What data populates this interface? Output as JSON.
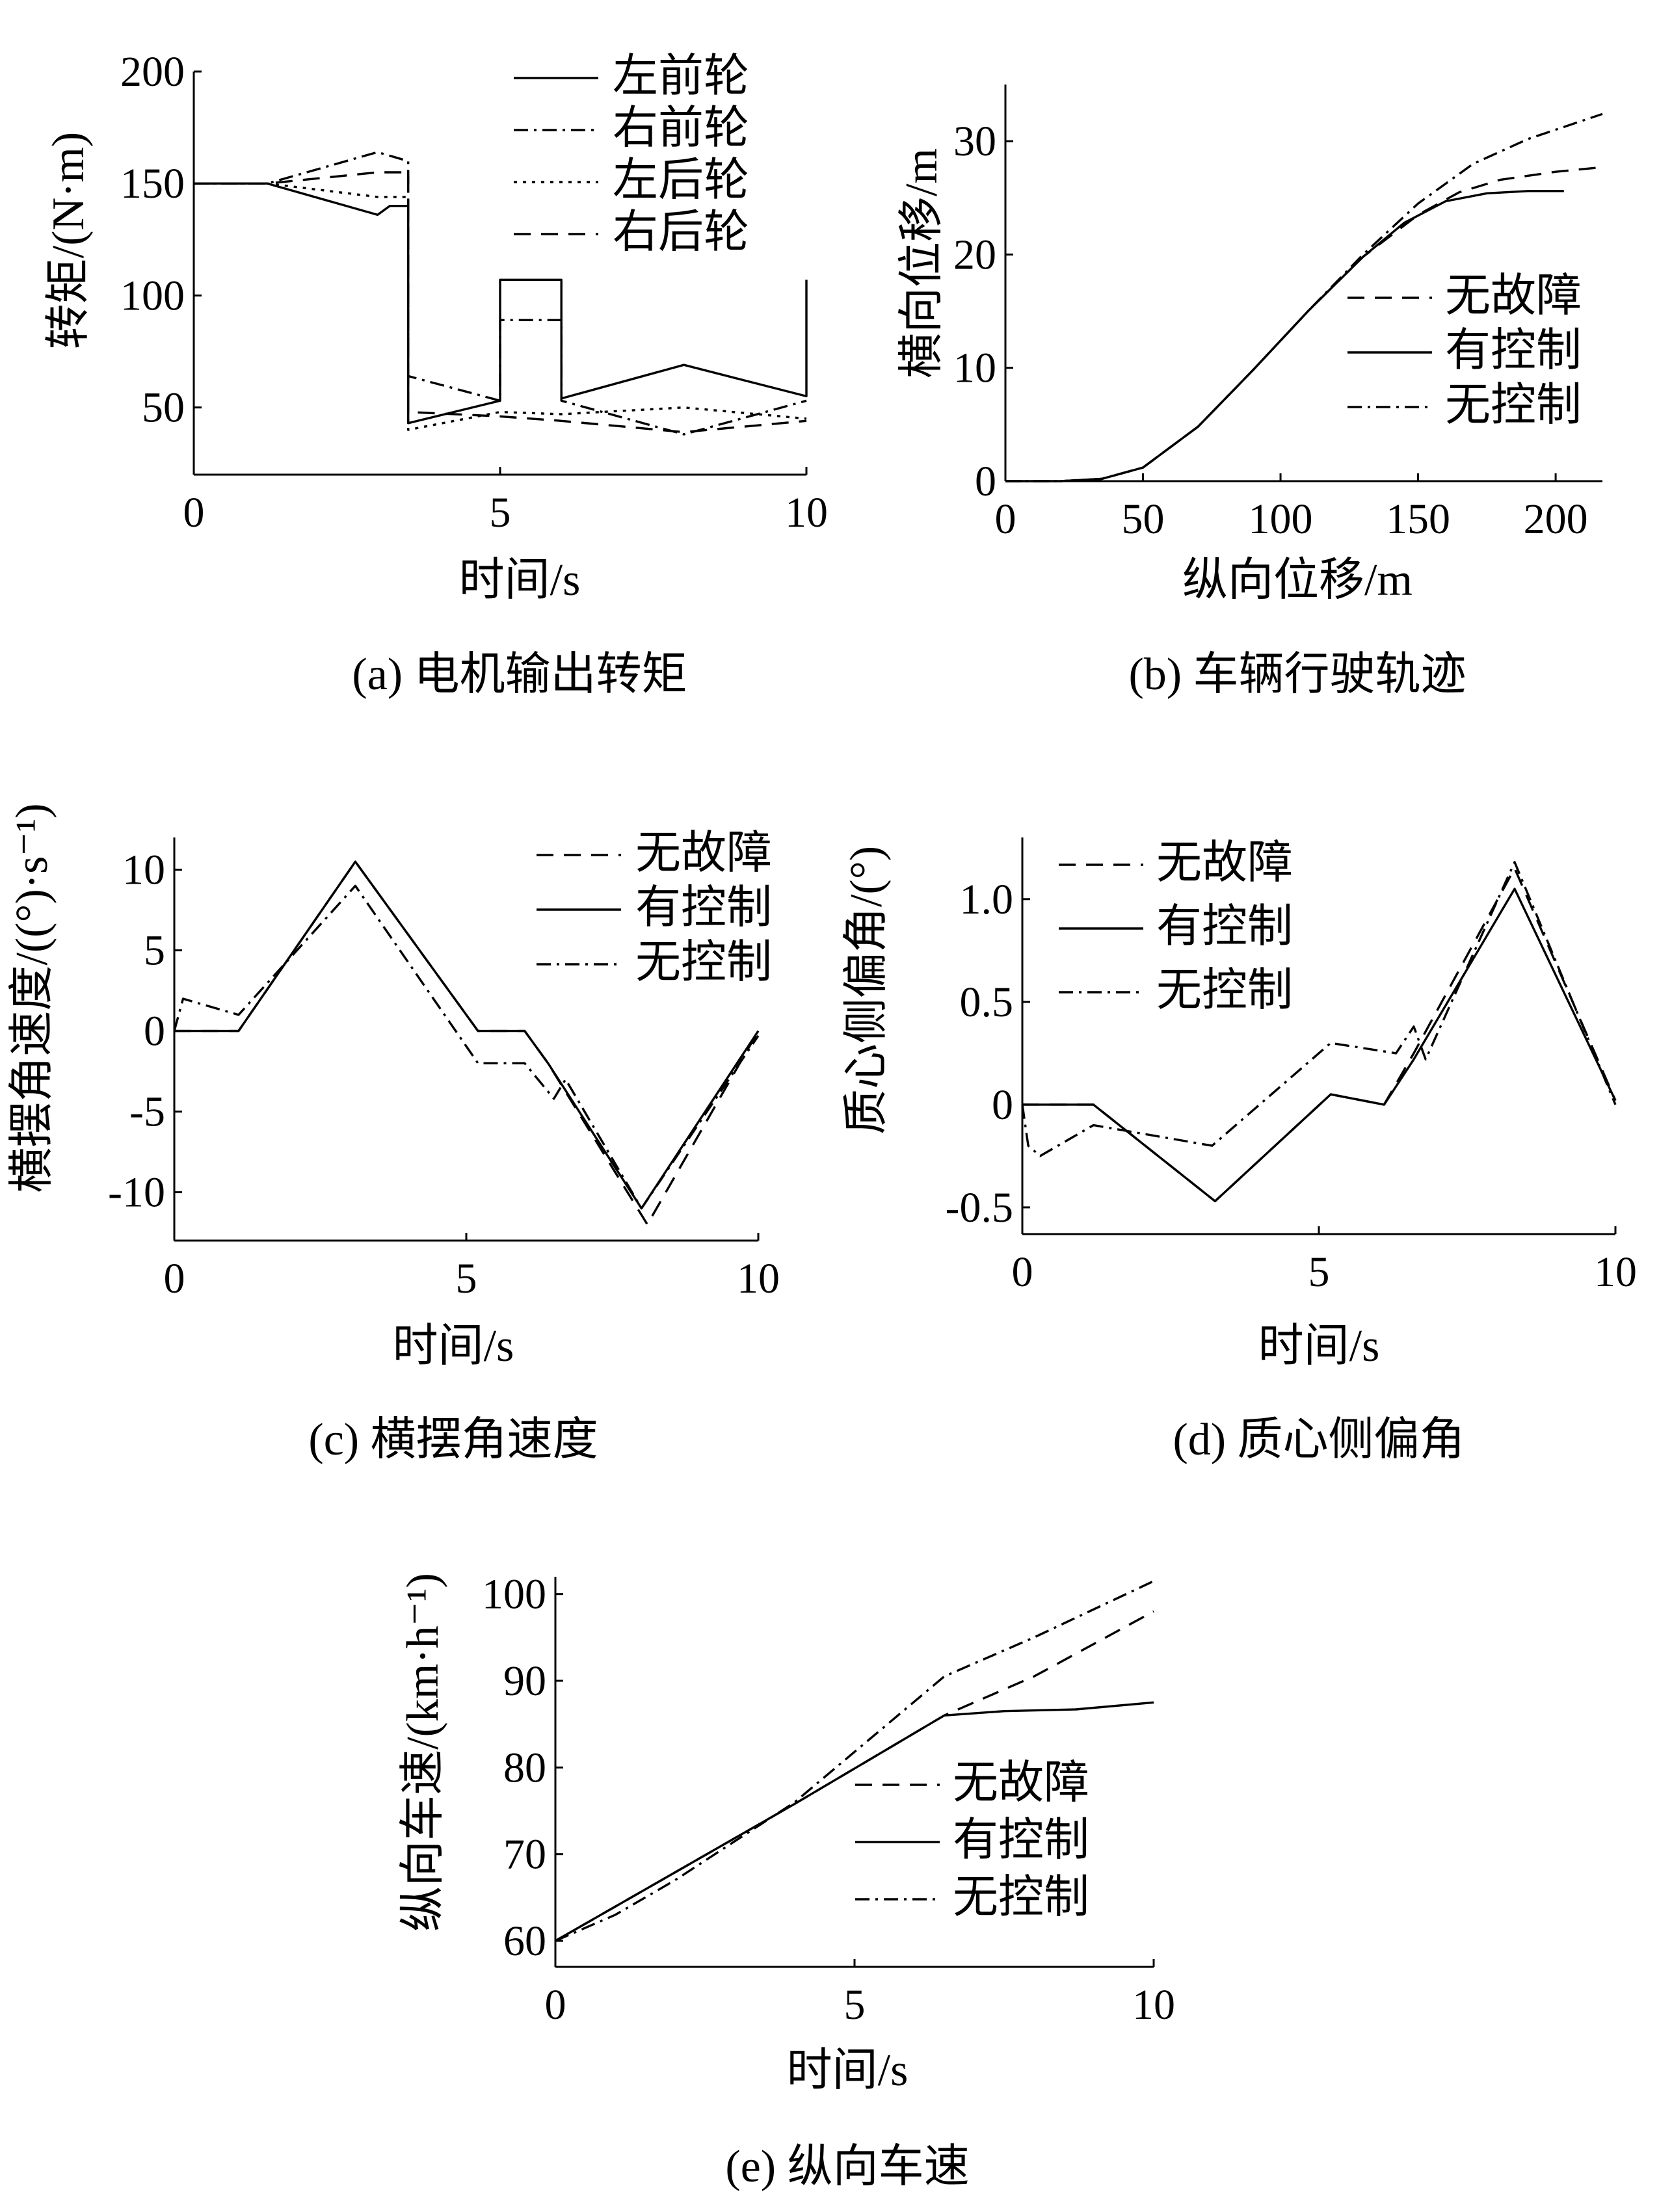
{
  "chart_data": [
    {
      "id": "a",
      "type": "line",
      "caption": "(a) 电机输出转矩",
      "xlabel": "时间/s",
      "ylabel": "转矩/(N·m)",
      "xlim": [
        0,
        10
      ],
      "ylim": [
        20,
        200
      ],
      "xticks": [
        0,
        5,
        10
      ],
      "yticks": [
        50,
        100,
        150,
        200
      ],
      "legend_position": "top-right",
      "series": [
        {
          "name": "左前轮",
          "dash": "solid",
          "x": [
            0,
            1.2,
            3,
            3.2,
            3.5,
            3.5,
            5,
            5,
            6,
            6,
            8,
            10,
            10
          ],
          "y": [
            150,
            150,
            136,
            140,
            140,
            43,
            53,
            107,
            107,
            54,
            69,
            55,
            107
          ]
        },
        {
          "name": "右前轮",
          "dash": "dashdot",
          "x": [
            0,
            1.2,
            3,
            3.5,
            3.5,
            5,
            5,
            6,
            6,
            8,
            10
          ],
          "y": [
            150,
            150,
            164,
            160,
            64,
            53,
            89,
            89,
            53,
            38,
            53
          ]
        },
        {
          "name": "左后轮",
          "dash": "dot",
          "x": [
            0,
            1.2,
            3,
            3.5,
            3.5,
            5,
            6,
            8,
            10
          ],
          "y": [
            150,
            150,
            144,
            144,
            40,
            48,
            47,
            50,
            45
          ]
        },
        {
          "name": "右后轮",
          "dash": "dash",
          "x": [
            0,
            1.2,
            3,
            3.5,
            3.5,
            5,
            6,
            8,
            10
          ],
          "y": [
            150,
            150,
            155,
            155,
            48,
            46,
            44,
            39,
            44
          ]
        }
      ]
    },
    {
      "id": "b",
      "type": "line",
      "caption": "(b) 车辆行驶轨迹",
      "xlabel": "纵向位移/m",
      "ylabel": "横向位移/m",
      "xlim": [
        0,
        217
      ],
      "ylim": [
        0,
        35
      ],
      "xticks": [
        0,
        50,
        100,
        150,
        200
      ],
      "yticks": [
        0,
        10,
        20,
        30
      ],
      "legend_position": "center-right",
      "series": [
        {
          "name": "无故障",
          "dash": "dash",
          "x": [
            0,
            20,
            35,
            50,
            70,
            90,
            110,
            130,
            150,
            165,
            180,
            200,
            217
          ],
          "y": [
            0,
            0,
            0.2,
            1.2,
            4.8,
            9.8,
            15,
            19.8,
            23.5,
            25.5,
            26.6,
            27.3,
            27.7
          ]
        },
        {
          "name": "有控制",
          "dash": "solid",
          "x": [
            0,
            20,
            35,
            50,
            70,
            90,
            110,
            130,
            145,
            160,
            175,
            190,
            203
          ],
          "y": [
            0,
            0,
            0.2,
            1.2,
            4.8,
            9.8,
            15,
            19.8,
            22.8,
            24.7,
            25.4,
            25.6,
            25.6
          ]
        },
        {
          "name": "无控制",
          "dash": "dashdot",
          "x": [
            0,
            20,
            35,
            50,
            70,
            90,
            110,
            130,
            150,
            170,
            190,
            217
          ],
          "y": [
            0,
            0,
            0.2,
            1.2,
            4.8,
            9.8,
            15,
            20,
            24.5,
            28,
            30.2,
            32.4
          ]
        }
      ]
    },
    {
      "id": "c",
      "type": "line",
      "caption": "(c) 横摆角速度",
      "xlabel": "时间/s",
      "ylabel": "横摆角速度/((°)·s⁻¹)",
      "xlim": [
        0,
        10
      ],
      "ylim": [
        -13,
        12
      ],
      "xticks": [
        0,
        5,
        10
      ],
      "yticks": [
        -10,
        -5,
        0,
        5,
        10
      ],
      "legend_position": "top-right",
      "series": [
        {
          "name": "无故障",
          "dash": "dash",
          "x": [
            0,
            1.1,
            3.1,
            5.2,
            6.0,
            6.4,
            8.1,
            10
          ],
          "y": [
            0,
            0,
            10.5,
            0,
            0,
            -2,
            -12,
            0
          ]
        },
        {
          "name": "有控制",
          "dash": "solid",
          "x": [
            0,
            1.1,
            3.1,
            5.2,
            6.0,
            6.4,
            8.0,
            10
          ],
          "y": [
            0,
            0,
            10.5,
            0,
            0,
            -2,
            -11,
            0
          ]
        },
        {
          "name": "无控制",
          "dash": "dashdot",
          "x": [
            0,
            0.15,
            1.1,
            3.1,
            5.2,
            6.0,
            6.5,
            6.7,
            8.0,
            10
          ],
          "y": [
            0,
            2,
            1,
            9,
            -2,
            -2,
            -4.2,
            -3,
            -11,
            -0.3
          ]
        }
      ]
    },
    {
      "id": "d",
      "type": "line",
      "caption": "(d) 质心侧偏角",
      "xlabel": "时间/s",
      "ylabel": "质心侧偏角/(°)",
      "xlim": [
        0,
        10
      ],
      "ylim": [
        -0.63,
        1.3
      ],
      "xticks": [
        0,
        5,
        10
      ],
      "yticks": [
        -0.5,
        0,
        0.5,
        1.0
      ],
      "ytick_labels": [
        "-0.5",
        "0",
        "0.5",
        "1.0"
      ],
      "legend_position": "top-left",
      "series": [
        {
          "name": "无故障",
          "dash": "dash",
          "x": [
            0,
            1.2,
            3.25,
            5.2,
            6.1,
            6.6,
            8.3,
            10
          ],
          "y": [
            0,
            0,
            -0.47,
            0.05,
            0,
            0.25,
            1.15,
            0.02
          ]
        },
        {
          "name": "有控制",
          "dash": "solid",
          "x": [
            0,
            1.2,
            3.25,
            5.2,
            6.1,
            6.6,
            8.3,
            10
          ],
          "y": [
            0,
            0,
            -0.47,
            0.05,
            0,
            0.22,
            1.05,
            0.02
          ]
        },
        {
          "name": "无控制",
          "dash": "dashdot",
          "x": [
            0,
            0.1,
            0.3,
            1.2,
            3.2,
            5.2,
            6.3,
            6.6,
            6.8,
            8.3,
            10
          ],
          "y": [
            0,
            -0.2,
            -0.25,
            -0.1,
            -0.2,
            0.3,
            0.25,
            0.38,
            0.22,
            1.18,
            0
          ]
        }
      ]
    },
    {
      "id": "e",
      "type": "line",
      "caption": "(e) 纵向车速",
      "xlabel": "时间/s",
      "ylabel": "纵向车速/(km·h⁻¹)",
      "xlim": [
        0,
        10
      ],
      "ylim": [
        57,
        102
      ],
      "xticks": [
        0,
        5,
        10
      ],
      "yticks": [
        60,
        70,
        80,
        90,
        100
      ],
      "legend_position": "center-right",
      "series": [
        {
          "name": "无故障",
          "dash": "dash",
          "x": [
            0,
            4,
            6.5,
            8,
            10
          ],
          "y": [
            60,
            75.8,
            86,
            90.5,
            98
          ]
        },
        {
          "name": "有控制",
          "dash": "solid",
          "x": [
            0,
            4,
            6.5,
            7.5,
            8.7,
            10
          ],
          "y": [
            60,
            75.8,
            86,
            86.5,
            86.7,
            87.5
          ]
        },
        {
          "name": "无控制",
          "dash": "dashdot",
          "x": [
            0,
            1,
            2,
            4,
            6.5,
            8,
            10
          ],
          "y": [
            60,
            63,
            67,
            76,
            90.5,
            95,
            101.5
          ]
        }
      ]
    }
  ]
}
